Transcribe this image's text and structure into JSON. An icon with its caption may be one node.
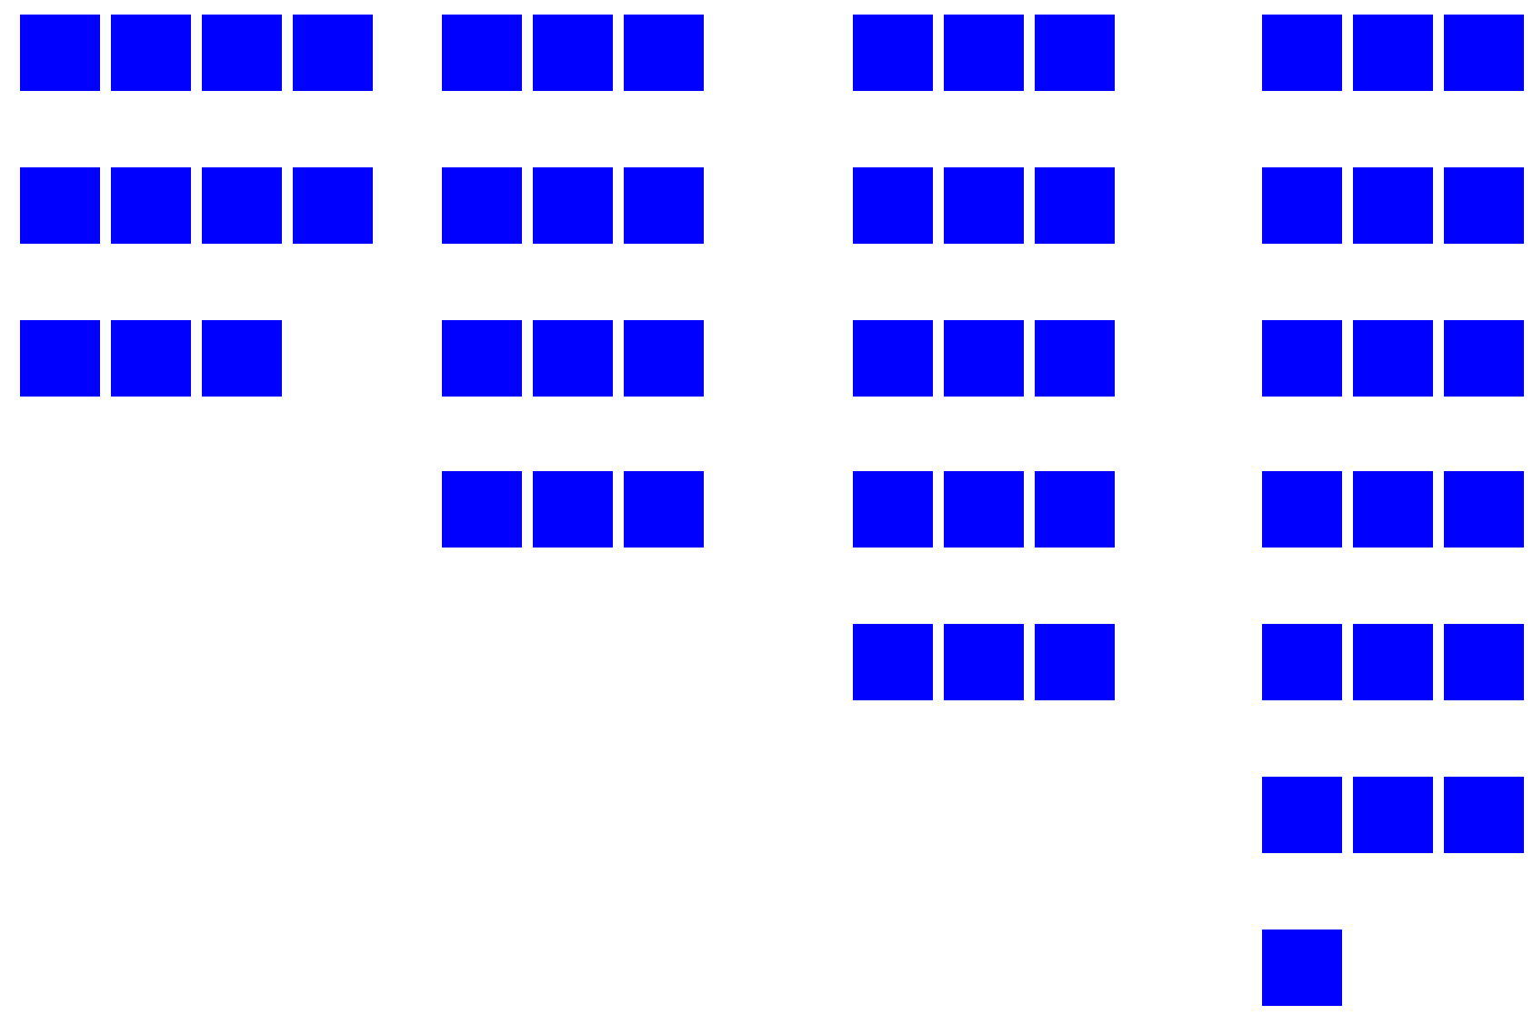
{
  "diagram": {
    "nodes": [
      {
        "text": [],
        "shape": "box"
      },
      {
        "text": [],
        "shape": "box"
      },
      {
        "text": [],
        "shape": "box"
      },
      {
        "text": [],
        "shape": "box"
      },
      {
        "text": [],
        "shape": "box"
      },
      {
        "text": [],
        "shape": "box"
      },
      {
        "text": [],
        "shape": "box"
      },
      {
        "text": [],
        "shape": "box"
      },
      {
        "text": [],
        "shape": "box"
      },
      {
        "text": [],
        "shape": "box"
      },
      {
        "text": [],
        "shape": "box"
      },
      {
        "text": [],
        "shape": "box"
      },
      {
        "text": [],
        "shape": "box"
      },
      {
        "text": [],
        "shape": "box"
      },
      {
        "text": [],
        "shape": "box"
      },
      {
        "text": [],
        "shape": "box"
      },
      {
        "text": [],
        "shape": "box"
      },
      {
        "text": [],
        "shape": "box"
      },
      {
        "text": [],
        "shape": "box"
      },
      {
        "text": [],
        "shape": "box"
      },
      {
        "text": [],
        "shape": "box"
      },
      {
        "text": [],
        "shape": "box"
      },
      {
        "text": [],
        "shape": "box"
      },
      {
        "text": [],
        "shape": "box"
      },
      {
        "text": [],
        "shape": "box"
      },
      {
        "text": [],
        "shape": "box"
      },
      {
        "text": [],
        "shape": "box"
      },
      {
        "text": [],
        "shape": "box"
      },
      {
        "text": [],
        "shape": "box"
      },
      {
        "text": [],
        "shape": "box"
      },
      {
        "text": [],
        "shape": "box"
      },
      {
        "text": [],
        "shape": "box"
      },
      {
        "text": [],
        "shape": "box"
      },
      {
        "text": [],
        "shape": "box"
      },
      {
        "text": [],
        "shape": "box"
      },
      {
        "text": [],
        "shape": "box"
      },
      {
        "text": [],
        "shape": "box"
      },
      {
        "text": [],
        "shape": "box"
      },
      {
        "text": [],
        "shape": "box"
      },
      {
        "text": [],
        "shape": "box"
      },
      {
        "text": [],
        "shape": "box"
      },
      {
        "text": [],
        "shape": "box"
      },
      {
        "text": [],
        "shape": "box"
      },
      {
        "text": [],
        "shape": "box"
      },
      {
        "text": [],
        "shape": "box"
      },
      {
        "text": [],
        "shape": "box"
      },
      {
        "text": [],
        "shape": "box"
      },
      {
        "text": [],
        "shape": "box"
      },
      {
        "text": [],
        "shape": "box"
      },
      {
        "text": [],
        "shape": "box"
      },
      {
        "text": [],
        "shape": "box"
      },
      {
        "text": [],
        "shape": "box"
      },
      {
        "text": [],
        "shape": "box"
      },
      {
        "text": [],
        "shape": "box"
      },
      {
        "text": [],
        "shape": "box"
      },
      {
        "text": [],
        "shape": "box"
      },
      {
        "text": [],
        "shape": "box"
      }
    ]
  }
}
